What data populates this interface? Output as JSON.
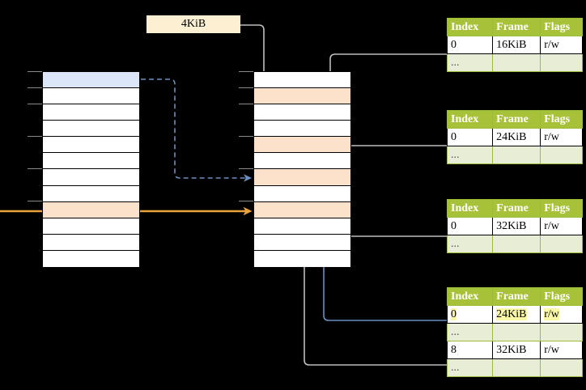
{
  "diagram": {
    "title_label": "4KiB",
    "left_column": {
      "name": "virtual-address-space",
      "rows": [
        {
          "fill": "blue"
        },
        {
          "fill": "white"
        },
        {
          "fill": "white"
        },
        {
          "fill": "white"
        },
        {
          "fill": "white"
        },
        {
          "fill": "white"
        },
        {
          "fill": "white"
        },
        {
          "fill": "white"
        },
        {
          "fill": "orange"
        },
        {
          "fill": "white"
        },
        {
          "fill": "white"
        },
        {
          "fill": "white"
        }
      ]
    },
    "middle_column": {
      "name": "physical-memory",
      "rows": [
        {
          "fill": "white"
        },
        {
          "fill": "orange"
        },
        {
          "fill": "white"
        },
        {
          "fill": "white"
        },
        {
          "fill": "orange"
        },
        {
          "fill": "white"
        },
        {
          "fill": "orange"
        },
        {
          "fill": "white"
        },
        {
          "fill": "orange"
        },
        {
          "fill": "white"
        },
        {
          "fill": "white"
        },
        {
          "fill": "white"
        }
      ]
    },
    "tables": [
      {
        "name": "page-table-level-1",
        "headers": [
          "Index",
          "Frame",
          "Flags"
        ],
        "rows": [
          {
            "cells": [
              "0",
              "16KiB",
              "r/w"
            ],
            "style": "normal",
            "highlight": [
              false,
              false,
              false
            ]
          },
          {
            "cells": [
              "...",
              "",
              ""
            ],
            "style": "ellipsis",
            "highlight": [
              false,
              false,
              false
            ]
          }
        ]
      },
      {
        "name": "page-table-level-2",
        "headers": [
          "Index",
          "Frame",
          "Flags"
        ],
        "rows": [
          {
            "cells": [
              "0",
              "24KiB",
              "r/w"
            ],
            "style": "normal",
            "highlight": [
              false,
              false,
              false
            ]
          },
          {
            "cells": [
              "...",
              "",
              ""
            ],
            "style": "ellipsis",
            "highlight": [
              false,
              false,
              false
            ]
          }
        ]
      },
      {
        "name": "page-table-level-3",
        "headers": [
          "Index",
          "Frame",
          "Flags"
        ],
        "rows": [
          {
            "cells": [
              "0",
              "32KiB",
              "r/w"
            ],
            "style": "normal",
            "highlight": [
              false,
              false,
              false
            ]
          },
          {
            "cells": [
              "...",
              "",
              ""
            ],
            "style": "ellipsis",
            "highlight": [
              false,
              false,
              false
            ]
          }
        ]
      },
      {
        "name": "page-table-level-4",
        "headers": [
          "Index",
          "Frame",
          "Flags"
        ],
        "rows": [
          {
            "cells": [
              "0",
              "24KiB",
              "r/w"
            ],
            "style": "normal",
            "highlight": [
              true,
              true,
              true
            ]
          },
          {
            "cells": [
              "...",
              "",
              ""
            ],
            "style": "ellipsis",
            "highlight": [
              false,
              false,
              false
            ]
          },
          {
            "cells": [
              "8",
              "32KiB",
              "r/w"
            ],
            "style": "normal",
            "highlight": [
              false,
              false,
              false
            ]
          },
          {
            "cells": [
              "...",
              "",
              ""
            ],
            "style": "ellipsis",
            "highlight": [
              false,
              false,
              false
            ]
          }
        ]
      }
    ],
    "colors": {
      "background": "#000000",
      "header_green": "#a7c238",
      "ellipsis_green": "#e8eed5",
      "highlight_yellow": "#fbf7a8",
      "row_blue": "#dbe7f8",
      "row_orange": "#fde2cb",
      "label_cream": "#fdefd2",
      "wire_gray": "#bdbdbd",
      "wire_blue": "#6c8ebf",
      "wire_orange": "#e8a33d"
    }
  }
}
